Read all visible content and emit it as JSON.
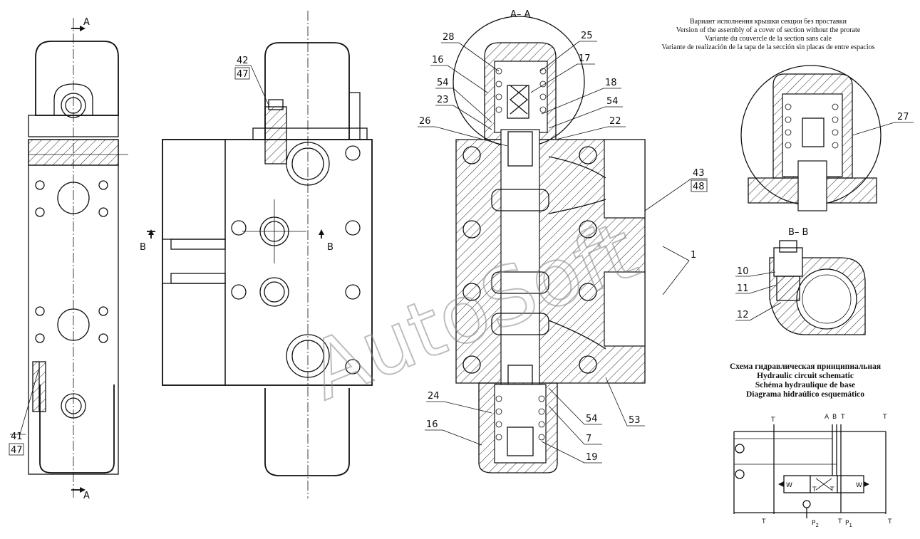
{
  "section_marks": {
    "a_top": "A",
    "a_bottom": "A",
    "b_left": "B",
    "b_right": "B"
  },
  "section_titles": {
    "aa": "A– A",
    "bb": "B– B"
  },
  "variant_note": {
    "ru": "Вариант исполнения крышки секции без проставки",
    "en": "Version of the assembly of a cover of section without the prorate",
    "fr": "Variante du couvercle de la section sans cale",
    "es": "Variante de realización de la tapa de la sección sin placas de entre espacios"
  },
  "schematic_note": {
    "ru": "Схема гидравлическая принципиальная",
    "en": "Hydraulic circuit schematic",
    "fr": "Schéma hydraulique de base",
    "es": "Diagrama hidraúlico esquemático"
  },
  "callouts": {
    "c42": "42",
    "c47a": "47",
    "c41": "41",
    "c47b": "47",
    "c28": "28",
    "c25": "25",
    "c16a": "16",
    "c17": "17",
    "c54a": "54",
    "c18": "18",
    "c23": "23",
    "c54b": "54",
    "c26": "26",
    "c22": "22",
    "c43": "43",
    "c48": "48",
    "c1": "1",
    "c24": "24",
    "c54c": "54",
    "c16b": "16",
    "c7": "7",
    "c19": "19",
    "c53": "53",
    "c27": "27",
    "c10": "10",
    "c11": "11",
    "c12": "12"
  },
  "schematic_ports": {
    "t1": "T",
    "a": "A",
    "b": "B",
    "t2": "T",
    "t3": "T",
    "t4": "T",
    "t5": "T",
    "t6": "T",
    "p2": "P",
    "p2_sub": "2",
    "p1": "P",
    "p1_sub": "1",
    "w_left": "W",
    "w_right": "W",
    "t_left": "T",
    "t_right": "T"
  },
  "watermark": "AutoSoft"
}
